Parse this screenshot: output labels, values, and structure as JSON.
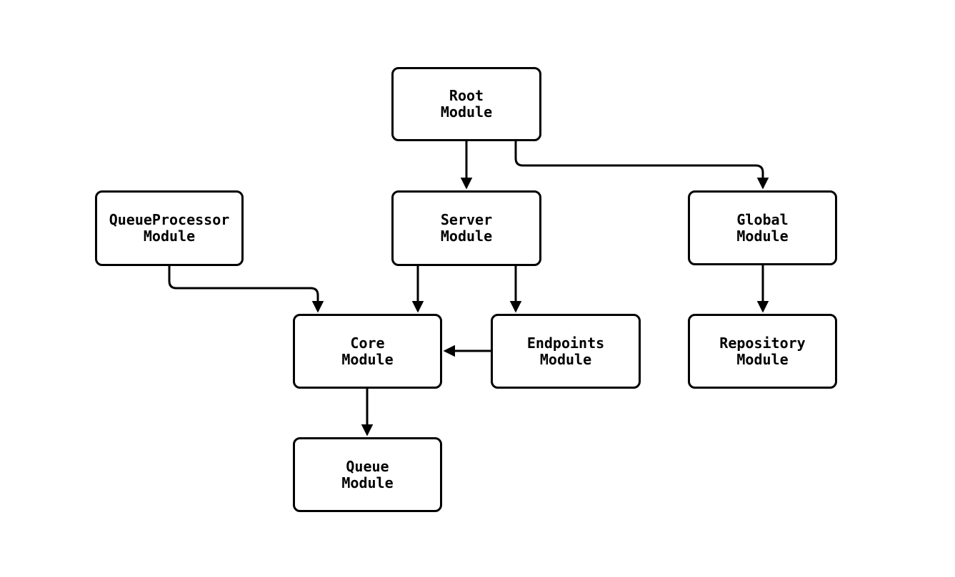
{
  "diagram": {
    "type": "module-dependency-graph",
    "background_color": "#ffffff",
    "node_fill_color": "#ffffff",
    "stroke_color": "#000000",
    "text_color": "#000000",
    "nodes": [
      {
        "id": "root",
        "label": "Root\nModule"
      },
      {
        "id": "queueprocessor",
        "label": "QueueProcessor\nModule"
      },
      {
        "id": "server",
        "label": "Server\nModule"
      },
      {
        "id": "global",
        "label": "Global\nModule"
      },
      {
        "id": "core",
        "label": "Core\nModule"
      },
      {
        "id": "endpoints",
        "label": "Endpoints\nModule"
      },
      {
        "id": "repository",
        "label": "Repository\nModule"
      },
      {
        "id": "queue",
        "label": "Queue\nModule"
      }
    ],
    "edges": [
      {
        "from": "root",
        "to": "server"
      },
      {
        "from": "root",
        "to": "global"
      },
      {
        "from": "queueprocessor",
        "to": "core"
      },
      {
        "from": "server",
        "to": "core"
      },
      {
        "from": "server",
        "to": "endpoints"
      },
      {
        "from": "endpoints",
        "to": "core"
      },
      {
        "from": "global",
        "to": "repository"
      },
      {
        "from": "core",
        "to": "queue"
      }
    ]
  }
}
